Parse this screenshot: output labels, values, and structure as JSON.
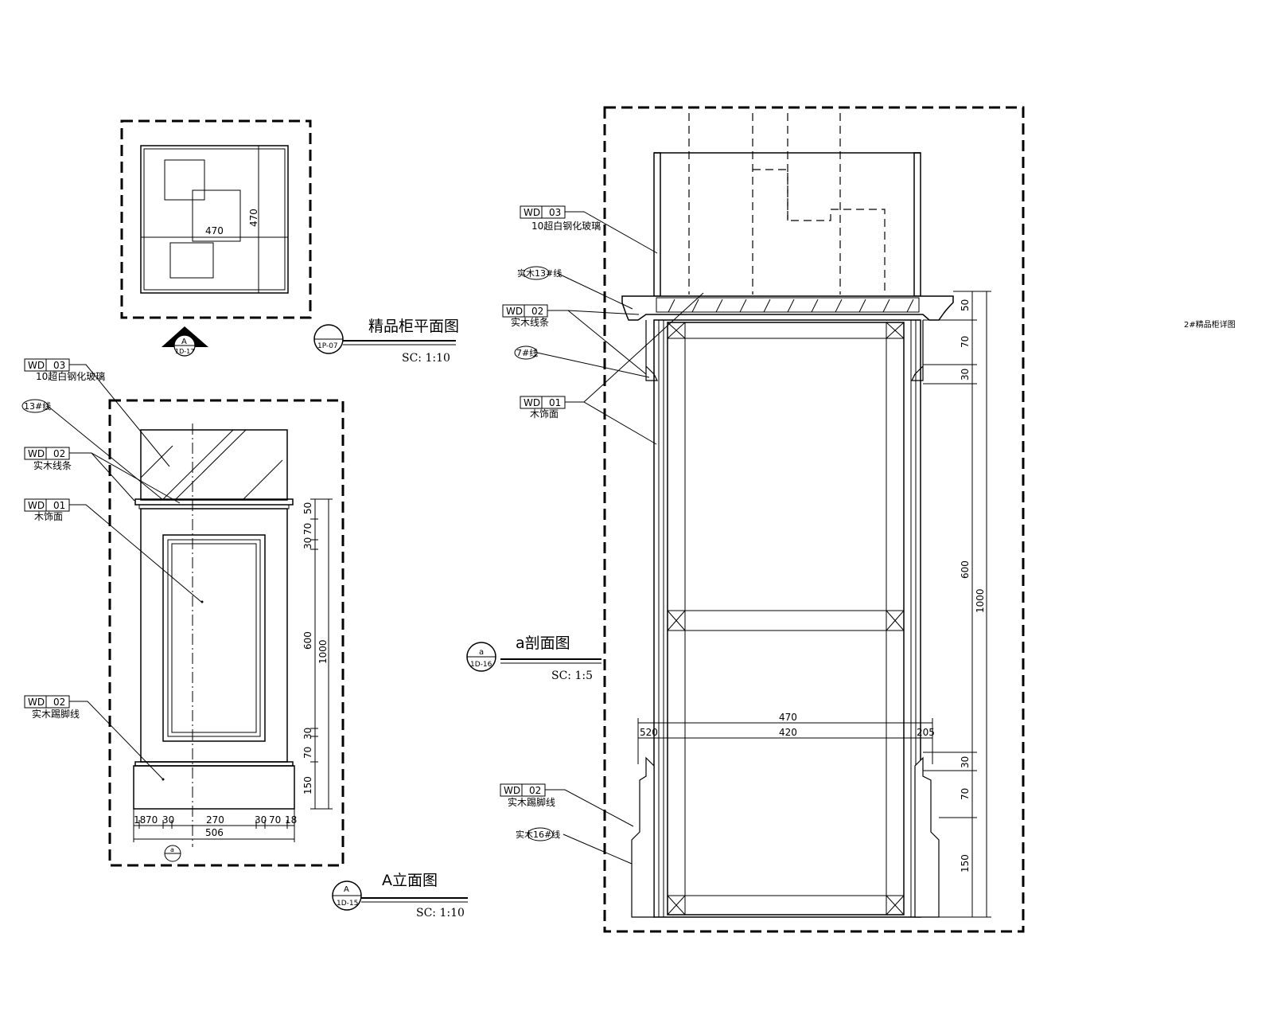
{
  "plan_view": {
    "title": "精品柜平面图",
    "scale": "SC: 1:10",
    "ref_code": "1P-07",
    "dim_width": "470",
    "dim_depth": "470",
    "section_marker": "A",
    "section_marker_code": "1D-17"
  },
  "elevation_a": {
    "title": "A立面图",
    "scale": "SC: 1:10",
    "marker_letter": "A",
    "marker_code": "1D-15",
    "bottom_marker": "a",
    "tags": [
      {
        "code": "WD",
        "num": "03",
        "note": "10超白钢化玻璃"
      },
      {
        "code": "WD",
        "num": "02",
        "note": "实木线条"
      },
      {
        "code": "WD",
        "num": "01",
        "note": "木饰面"
      },
      {
        "code": "WD",
        "num": "02",
        "note": "实木踢脚线"
      }
    ],
    "profile_tag": "13#线",
    "dims_right": [
      "50",
      "70",
      "30",
      "600",
      "30",
      "70",
      "150"
    ],
    "dim_total_height": "1000",
    "dims_bottom": [
      "18",
      "70",
      "30",
      "270",
      "30",
      "70",
      "18"
    ],
    "dim_total_width": "506"
  },
  "section_a": {
    "title": "a剖面图",
    "scale": "SC: 1:5",
    "marker_letter": "a",
    "marker_code": "1D-16",
    "tags": [
      {
        "code": "WD",
        "num": "03",
        "note": "10超白钢化玻璃"
      },
      {
        "code": "WD",
        "num": "02",
        "note": "实木线条"
      },
      {
        "code": "WD",
        "num": "01",
        "note": "木饰面"
      },
      {
        "code": "WD",
        "num": "02",
        "note": "实木踢脚线"
      }
    ],
    "profile_tags": [
      "实木13#线",
      "7#线",
      "实木16#线"
    ],
    "dims_right": [
      "50",
      "70",
      "30",
      "600",
      "30",
      "70",
      "150"
    ],
    "dim_total_height": "1000",
    "dim_outer_width": "470",
    "dim_inner_width": "420",
    "dim_left_offset": "520",
    "dim_right_offset": "205",
    "side_note": "2#精品柜详图"
  }
}
